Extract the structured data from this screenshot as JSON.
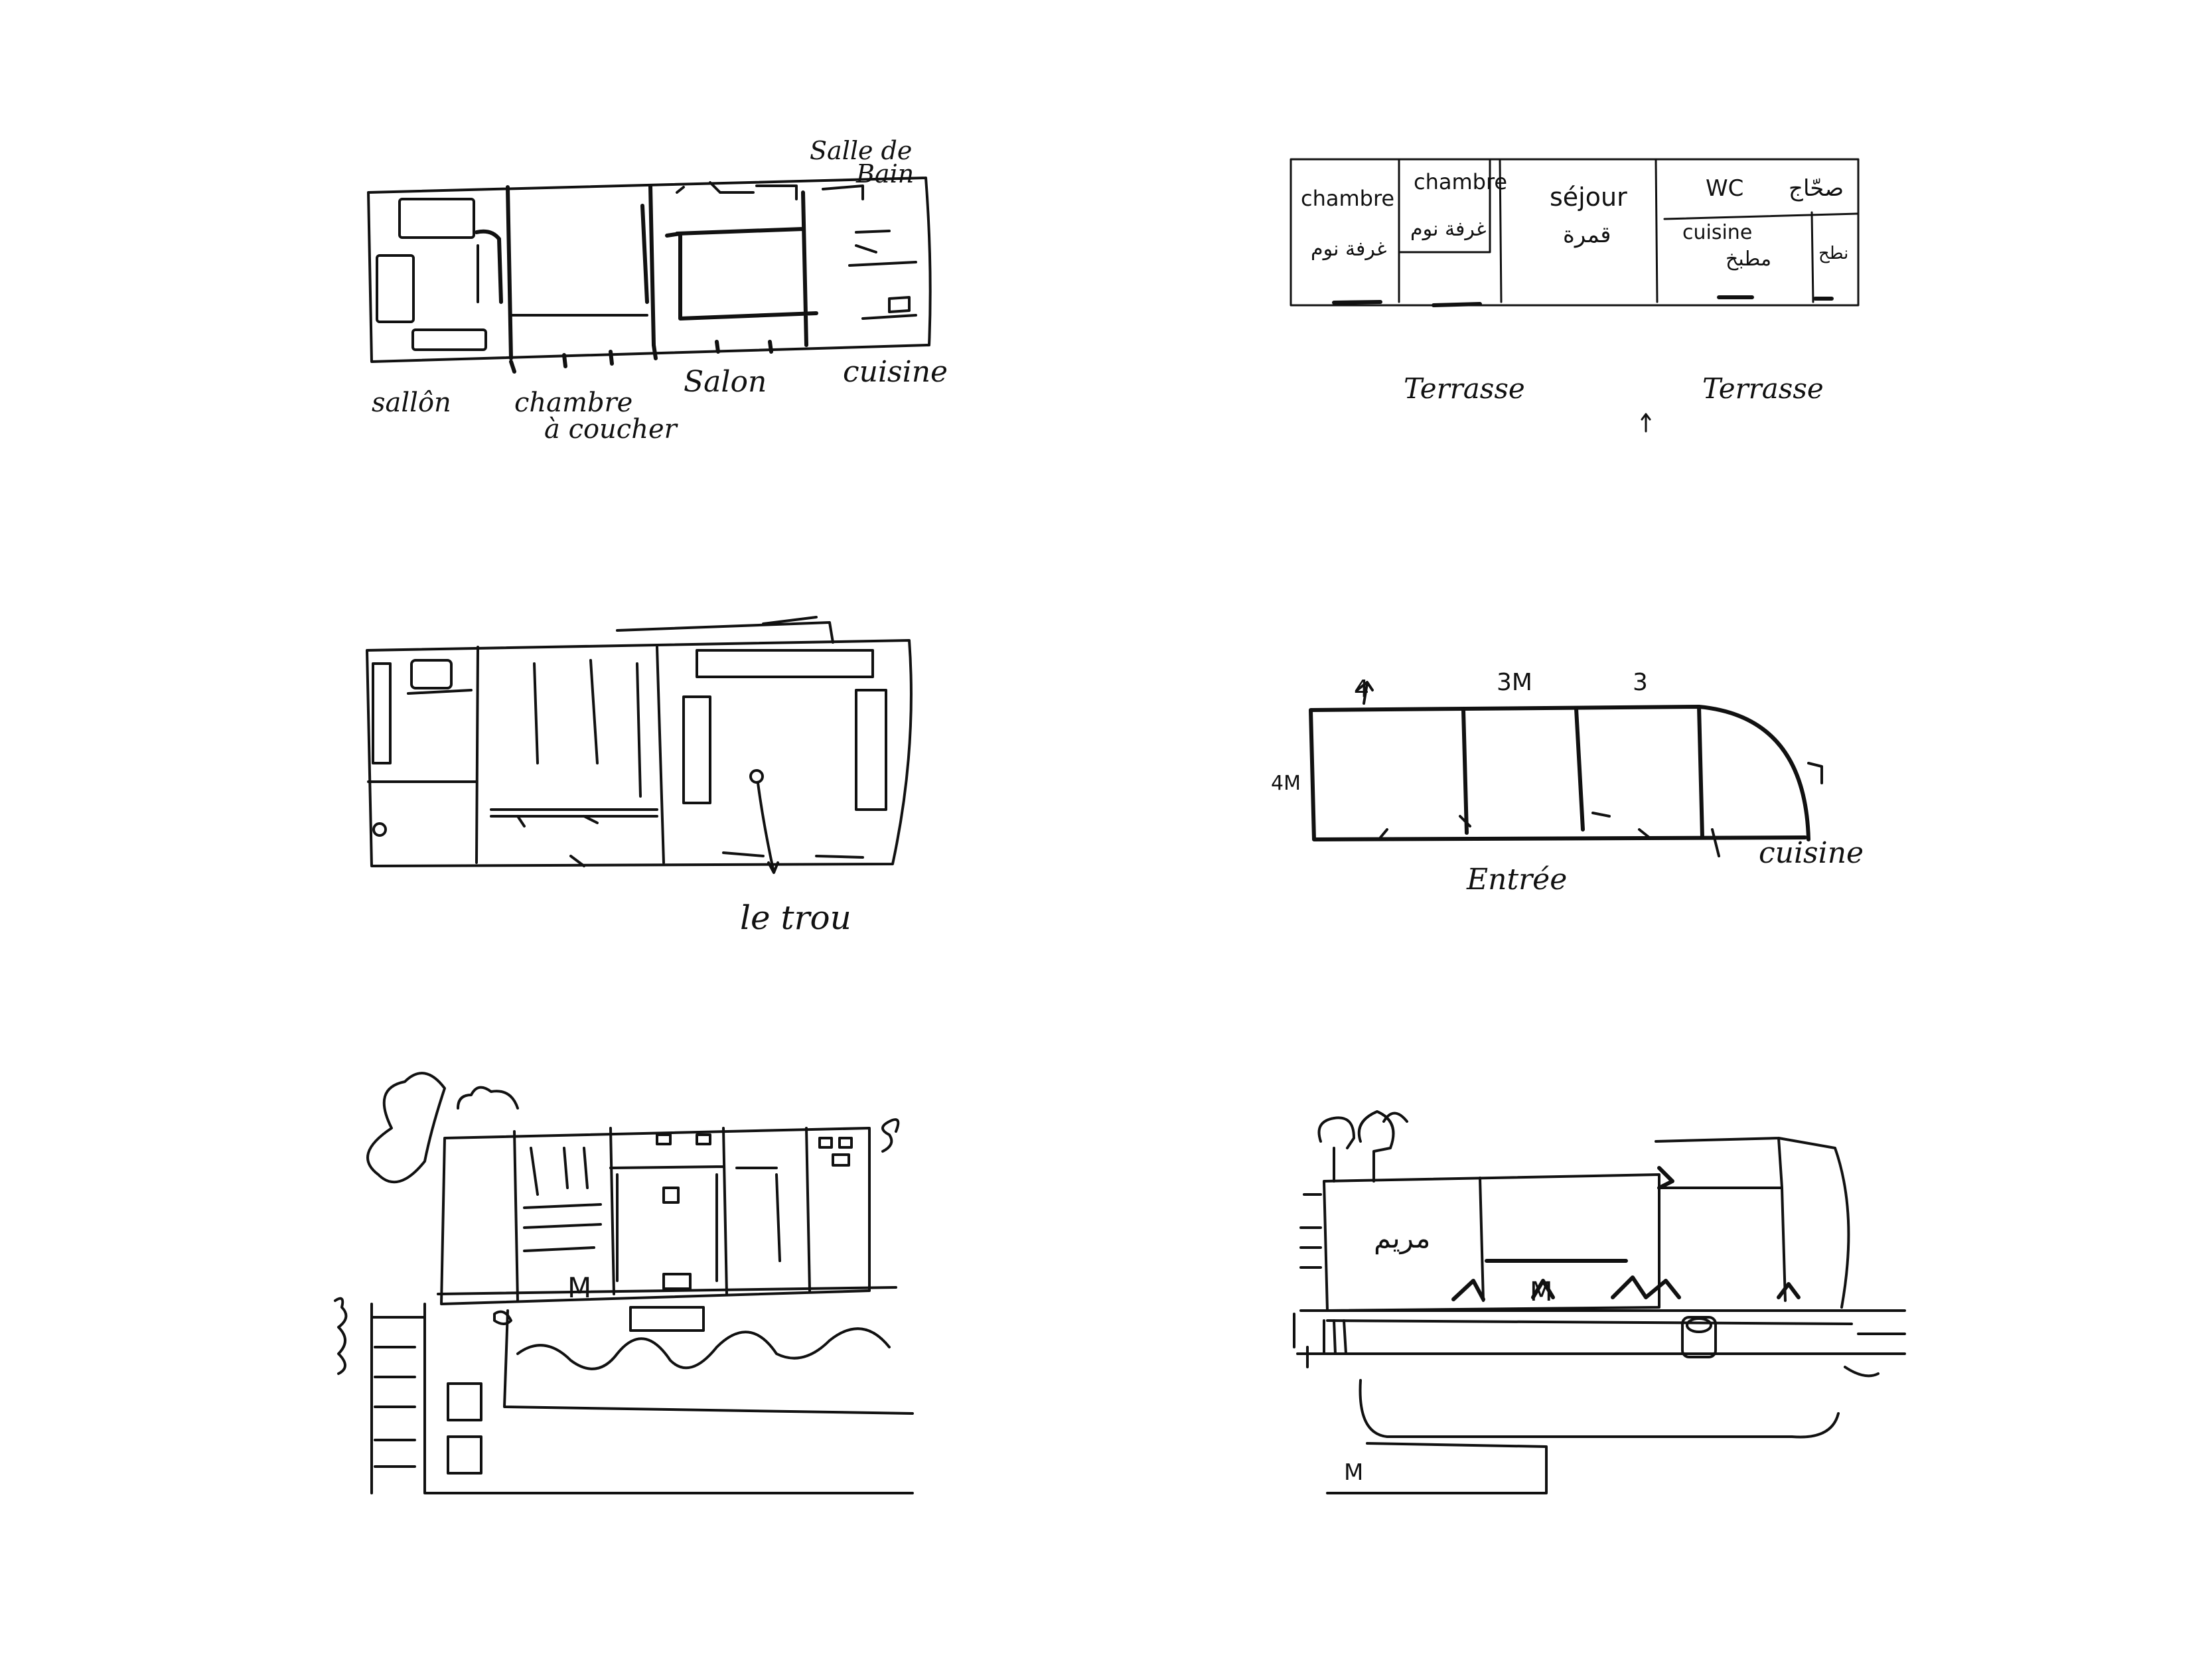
{
  "sketches": [
    {
      "name": "sketch-1",
      "labels": {
        "salle_de_bain_line1": "Salle de",
        "salle_de_bain_line2": "Bain",
        "saloon": "sallôn",
        "chambre_line1": "chambre",
        "chambre_line2": "à coucher",
        "salon": "Salon",
        "cuisine": "cuisine"
      }
    },
    {
      "name": "sketch-2",
      "labels": {
        "chambre1_fr": "chambre",
        "chambre1_ar": "غرفة نوم",
        "chambre2_fr": "chambre",
        "chambre2_ar": "غرفة نوم",
        "sejour_fr": "séjour",
        "sejour_ar": "قمرة",
        "wc_fr": "WC",
        "wc_ar": "صحّاج",
        "cuisine_fr": "cuisine",
        "cuisine_ar": "مطبخ",
        "side_ar": "نطح",
        "terrasse1": "Terrasse",
        "terrasse2": "Terrasse"
      }
    },
    {
      "name": "sketch-3",
      "labels": {
        "le_trou": "le trou"
      }
    },
    {
      "name": "sketch-4",
      "labels": {
        "dim1": "4",
        "dim2": "3M",
        "dim3": "3",
        "dim_side": "4M",
        "entree": "Entrée",
        "cuisine": "cuisine"
      }
    },
    {
      "name": "sketch-5",
      "labels": {
        "letter_m": "M"
      }
    },
    {
      "name": "sketch-6",
      "labels": {
        "ar_text": "مريم",
        "letter_m": "M",
        "letter_m2": "M"
      }
    }
  ]
}
